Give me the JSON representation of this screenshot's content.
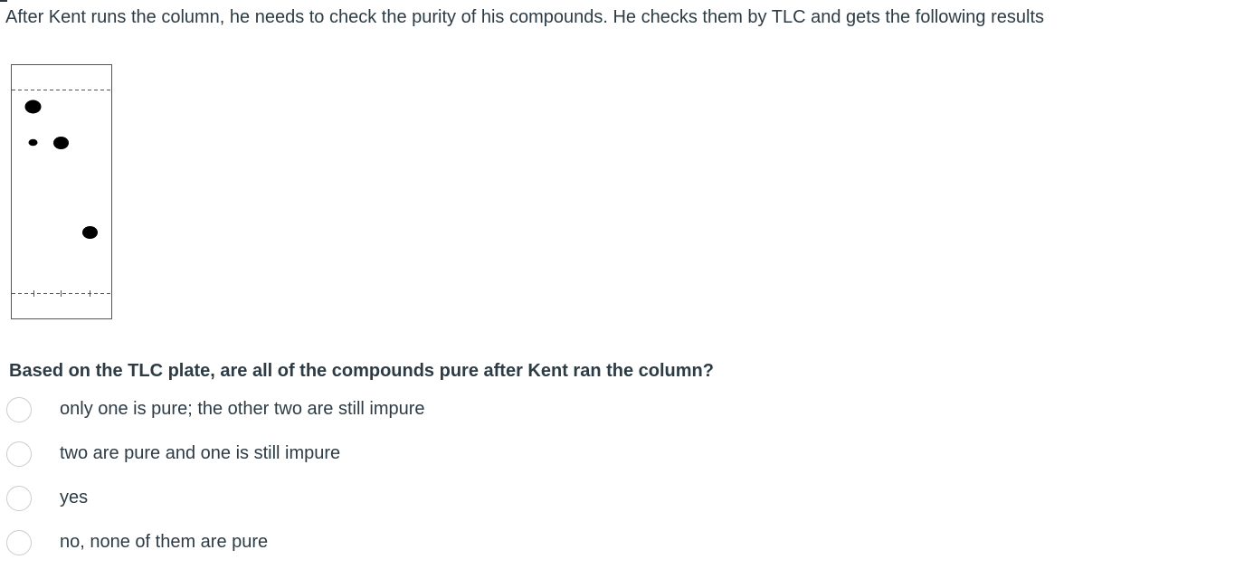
{
  "prompt": "After Kent runs the column, he needs to check the purity of his compounds. He checks them by TLC and gets the following results",
  "question": "Based on the TLC plate, are all of the compounds pure after Kent ran the column?",
  "answers": [
    {
      "label": "only one is pure; the other two are still impure",
      "selected": false
    },
    {
      "label": "two are pure and one is still impure",
      "selected": false
    },
    {
      "label": "yes",
      "selected": false
    },
    {
      "label": "no, none of them are pure",
      "selected": false
    }
  ],
  "colors": {
    "text": "#2d3b45",
    "radio_border": "#c7cdd1",
    "plate_border": "#555555",
    "spot": "#000000"
  }
}
